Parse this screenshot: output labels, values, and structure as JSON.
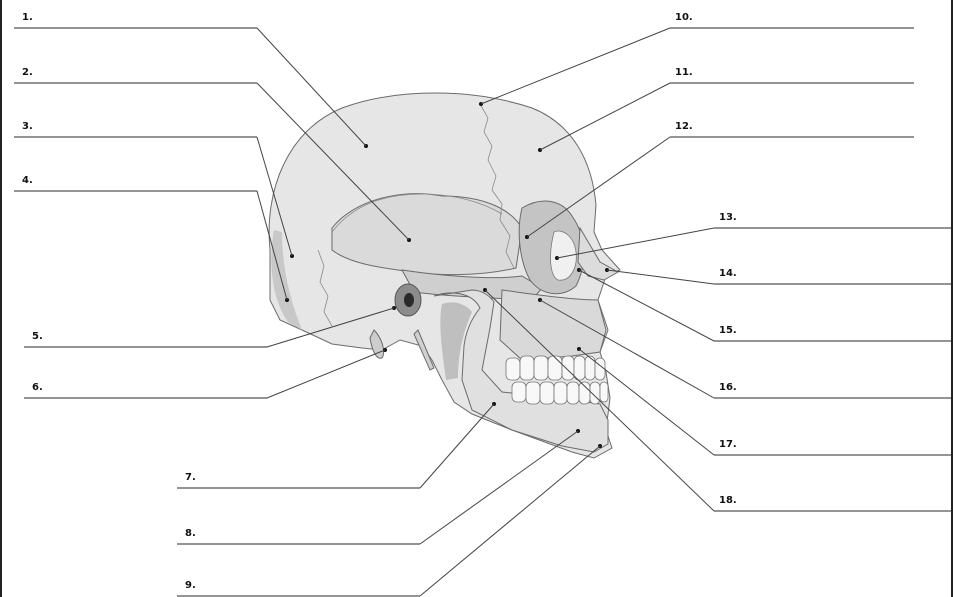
{
  "figure": {
    "labels": [
      "1.",
      "2.",
      "3.",
      "4.",
      "5.",
      "6.",
      "7.",
      "8.",
      "9.",
      "10.",
      "11.",
      "12.",
      "13.",
      "14.",
      "15.",
      "16.",
      "17.",
      "18."
    ]
  },
  "colors": {
    "bone_light": "#e8e8e8",
    "bone_mid": "#d2d2d2",
    "bone_shadow": "#bdbdbd",
    "outline": "#6b6b6b",
    "leader": "#444444"
  }
}
